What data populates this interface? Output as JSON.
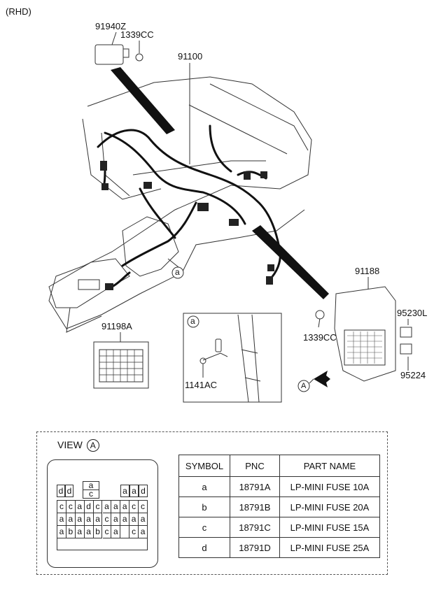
{
  "header": {
    "variant": "(RHD)"
  },
  "callouts": {
    "relay_top": "91940Z",
    "nut_top": "1339CC",
    "main_harness": "91100",
    "junction_box": "91188",
    "nut_side": "1339CC",
    "relay_a": "95230L",
    "relay_b": "95224",
    "fuse_label_part": "91198A",
    "clip": "1141AC",
    "detail_marker": "a",
    "view_marker": "A"
  },
  "view": {
    "title": "VIEW",
    "marker": "A",
    "top_row_left": [
      "d",
      "d"
    ],
    "top_center_upper": "a",
    "top_center_lower": "c",
    "top_row_right": [
      "a",
      "a",
      "d"
    ],
    "rows": [
      [
        "c",
        "c",
        "a",
        "d",
        "c",
        "a",
        "a",
        "a",
        "c",
        "c"
      ],
      [
        "a",
        "a",
        "a",
        "a",
        "a",
        "c",
        "a",
        "a",
        "a",
        "a"
      ],
      [
        "a",
        "b",
        "a",
        "a",
        "b",
        "c",
        "a",
        "",
        "c",
        "a"
      ]
    ]
  },
  "parts_table": {
    "headers": [
      "SYMBOL",
      "PNC",
      "PART NAME"
    ],
    "rows": [
      {
        "symbol": "a",
        "pnc": "18791A",
        "name": "LP-MINI FUSE 10A"
      },
      {
        "symbol": "b",
        "pnc": "18791B",
        "name": "LP-MINI FUSE 20A"
      },
      {
        "symbol": "c",
        "pnc": "18791C",
        "name": "LP-MINI FUSE 15A"
      },
      {
        "symbol": "d",
        "pnc": "18791D",
        "name": "LP-MINI FUSE 25A"
      }
    ]
  }
}
